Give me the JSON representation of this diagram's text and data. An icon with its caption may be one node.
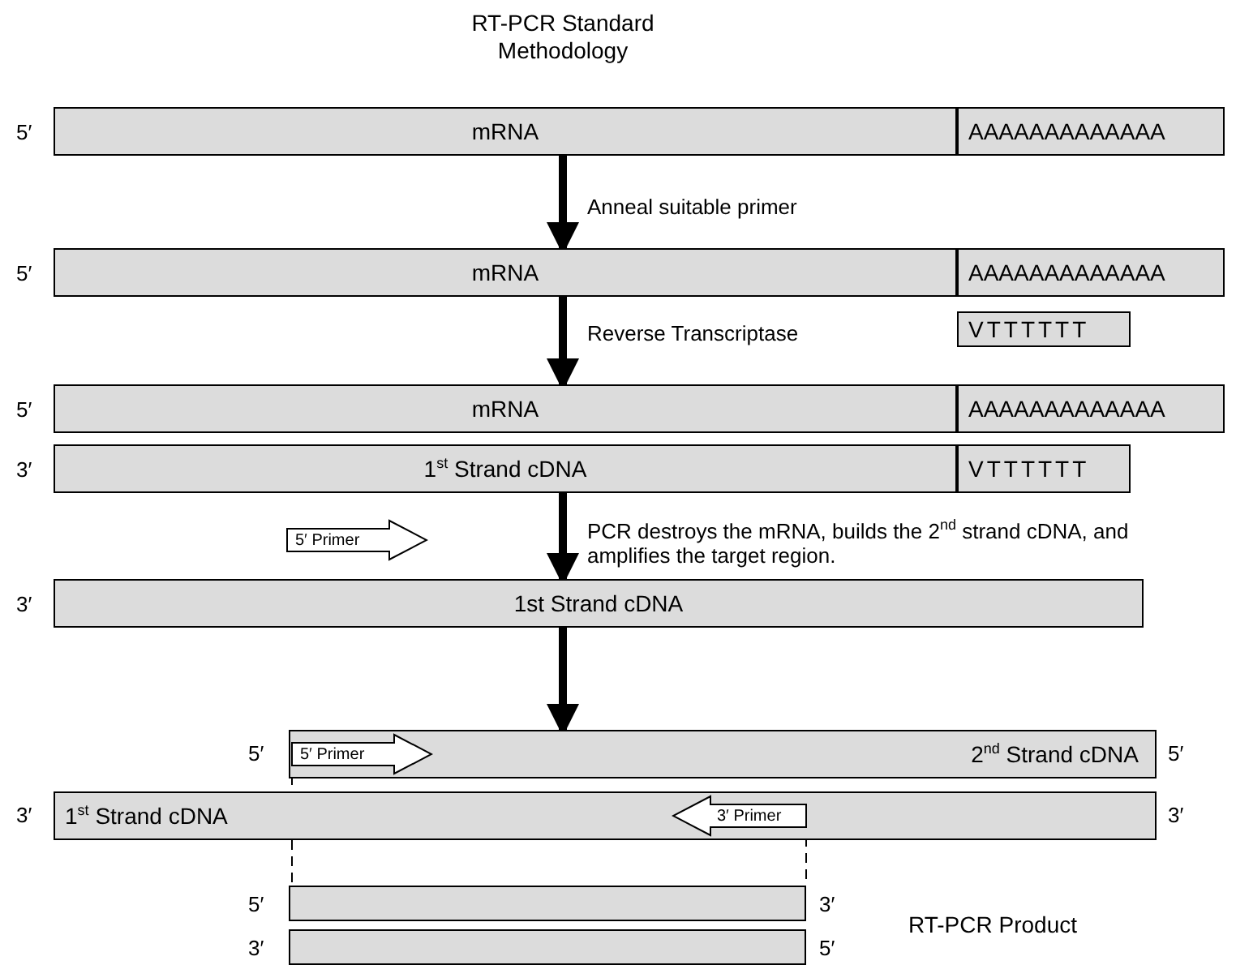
{
  "diagram": {
    "title": "RT-PCR Standard Methodology",
    "nodes": [
      {
        "text": [
          "mRNA"
        ]
      },
      {
        "text": [
          "AAAAAAAAAAAAA"
        ]
      },
      {
        "text": [
          "mRNA"
        ]
      },
      {
        "text": [
          "AAAAAAAAAAAAA"
        ]
      },
      {
        "text": [
          "VTTTTTT"
        ]
      },
      {
        "text": [
          "mRNA"
        ]
      },
      {
        "text": [
          "AAAAAAAAAAAAA"
        ]
      },
      {
        "text": [
          "1$^{st}$ Strand cDNA"
        ]
      },
      {
        "text": [
          "VTTTTTT"
        ]
      },
      {
        "text": [
          "5′ Primer"
        ]
      },
      {
        "text": [
          "1st Strand cDNA"
        ]
      },
      {
        "text": [
          "2$^{nd}$ Strand cDNA"
        ]
      },
      {
        "text": [
          "5′ Primer"
        ],
        "in": 11
      },
      {
        "text": [
          "1$^{st}$ Strand cDNA"
        ]
      },
      {
        "text": [
          "3′ Primer"
        ],
        "in": 13
      },
      {
        "text": [],
        "shape": "bar"
      },
      {
        "text": [],
        "shape": "bar"
      }
    ],
    "edges": [
      {
        "from": 0,
        "to": 2,
        "arrow": "to",
        "label": "Anneal suitable primer"
      },
      {
        "from": 2,
        "to": 5,
        "arrow": "to",
        "label": "Reverse Transcriptase"
      },
      {
        "from": 7,
        "to": 10,
        "arrow": "to",
        "label": "PCR destroys the mRNA, builds the 2$^{nd}$ strand cDNA, and amplifies the target region."
      },
      {
        "from": 10,
        "to": 11,
        "arrow": "to"
      },
      {
        "from": 12,
        "to": 15,
        "arrow": "none",
        "style": "dashed"
      },
      {
        "from": 14,
        "to": 15,
        "arrow": "none",
        "style": "dashed"
      }
    ],
    "labels": [
      "5′",
      "5′",
      "5′",
      "3′",
      "3′",
      "5′",
      "5′",
      "3′",
      "3′",
      "5′",
      "3′",
      "3′",
      "5′",
      "RT-PCR Product"
    ]
  }
}
